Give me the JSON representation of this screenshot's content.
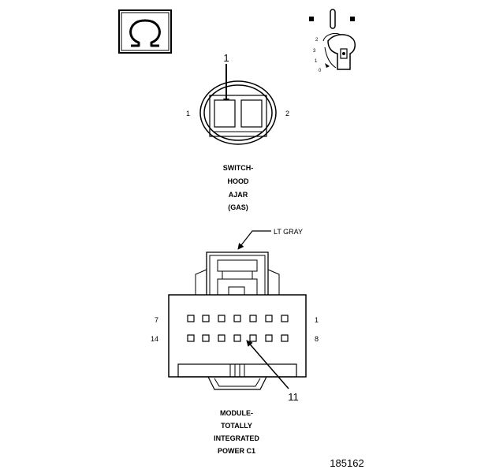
{
  "hood_switch": {
    "pin_left": "1",
    "pin_right": "2",
    "callout": "1",
    "caption": [
      "SWITCH-",
      "HOOD",
      "AJAR",
      "(GAS)"
    ]
  },
  "key_icon": {
    "positions": [
      "2",
      "3",
      "1",
      "0"
    ]
  },
  "module": {
    "wire_color_label": "LT GRAY",
    "pin_top_left": "7",
    "pin_top_right": "1",
    "pin_bottom_left": "14",
    "pin_bottom_right": "8",
    "callout": "11",
    "caption": [
      "MODULE-",
      "TOTALLY",
      "INTEGRATED",
      "POWER C1"
    ]
  },
  "figure_number": "185162"
}
